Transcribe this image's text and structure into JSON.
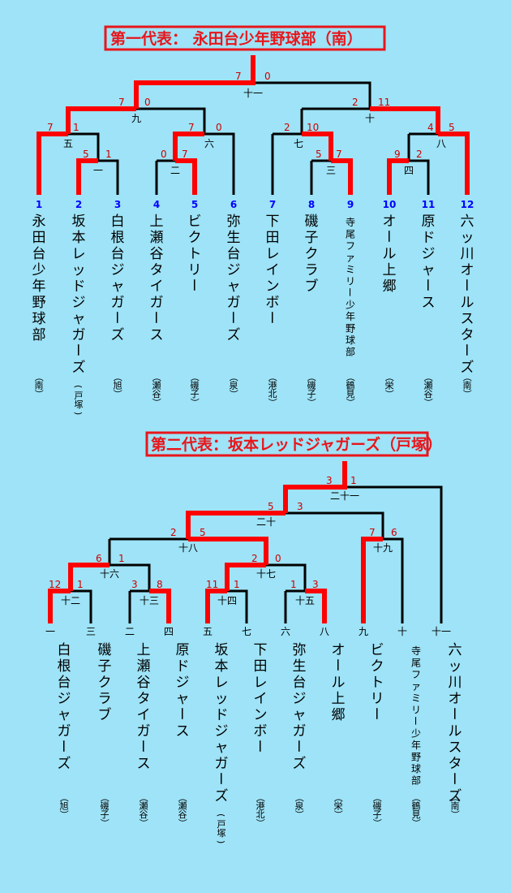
{
  "bracket1": {
    "title": "第一代表： 永田台少年野球部（南）",
    "seeds": [
      "1",
      "2",
      "3",
      "4",
      "5",
      "6",
      "7",
      "8",
      "9",
      "10",
      "11",
      "12"
    ],
    "teams": [
      {
        "name": "永田台少年野球部",
        "loc": "（南）"
      },
      {
        "name": "坂本レッドジャガーズ",
        "sub": "(戸塚)",
        "loc": ""
      },
      {
        "name": "白根台ジャガーズ",
        "loc": "（旭）"
      },
      {
        "name": "上瀬谷タイガース",
        "loc": "（瀬谷）"
      },
      {
        "name": "ビクトリー",
        "loc": "（磯子）"
      },
      {
        "name": "弥生台ジャガーズ",
        "loc": "（泉）"
      },
      {
        "name": "下田レインボー",
        "loc": "（港北）"
      },
      {
        "name": "磯子クラブ",
        "loc": "（磯子）"
      },
      {
        "name": "寺尾ファミリー少年野球部",
        "loc": "（鶴見）"
      },
      {
        "name": "オール上郷",
        "loc": "（栄）"
      },
      {
        "name": "原ドジャース",
        "loc": "（瀬谷）"
      },
      {
        "name": "六ッ川オールスターズ",
        "loc": "（南）"
      }
    ],
    "nodes": [
      "一",
      "二",
      "三",
      "四",
      "五",
      "六",
      "七",
      "八",
      "九",
      "十",
      "十一"
    ],
    "scores": [
      {
        "a": "5",
        "b": "1"
      },
      {
        "a": "0",
        "b": "7"
      },
      {
        "a": "5",
        "b": "7"
      },
      {
        "a": "9",
        "b": "2"
      },
      {
        "a": "7",
        "b": "1"
      },
      {
        "a": "7",
        "b": "0"
      },
      {
        "a": "2",
        "b": "10"
      },
      {
        "a": "4",
        "b": "5"
      },
      {
        "a": "7",
        "b": "0"
      },
      {
        "a": "2",
        "b": "11"
      },
      {
        "a": "7",
        "b": "0"
      }
    ]
  },
  "bracket2": {
    "title": "第二代表：坂本レッドジャガーズ（戸塚）",
    "slots": [
      "一",
      "三",
      "二",
      "四",
      "五",
      "七",
      "六",
      "八",
      "九",
      "十",
      "十一"
    ],
    "teams": [
      {
        "name": "白根台ジャガーズ",
        "loc": "（旭）"
      },
      {
        "name": "磯子クラブ",
        "loc": "（磯子）"
      },
      {
        "name": "上瀬谷タイガース",
        "loc": "（瀬谷）"
      },
      {
        "name": "原ドジャース",
        "loc": "（瀬谷）"
      },
      {
        "name": "坂本レッドジャガーズ",
        "sub": "(戸塚)",
        "loc": ""
      },
      {
        "name": "下田レインボー",
        "loc": "（港北）"
      },
      {
        "name": "弥生台ジャガーズ",
        "loc": "（泉）"
      },
      {
        "name": "オール上郷",
        "loc": "（栄）"
      },
      {
        "name": "ビクトリー",
        "loc": "（磯子）"
      },
      {
        "name": "寺尾ファミリー少年野球部",
        "loc": "（鶴見）"
      },
      {
        "name": "六ッ川オールスターズ",
        "loc": "（南）"
      }
    ],
    "nodes": [
      "十二",
      "十三",
      "十四",
      "十五",
      "十六",
      "十七",
      "十八",
      "十九",
      "二十",
      "二十一"
    ],
    "scores": [
      {
        "a": "12",
        "b": "1"
      },
      {
        "a": "3",
        "b": "8"
      },
      {
        "a": "11",
        "b": "1"
      },
      {
        "a": "1",
        "b": "3"
      },
      {
        "a": "6",
        "b": "1"
      },
      {
        "a": "2",
        "b": "0"
      },
      {
        "a": "2",
        "b": "5"
      },
      {
        "a": "7",
        "b": "6"
      },
      {
        "a": "5",
        "b": "3"
      },
      {
        "a": "3",
        "b": "1"
      }
    ]
  }
}
